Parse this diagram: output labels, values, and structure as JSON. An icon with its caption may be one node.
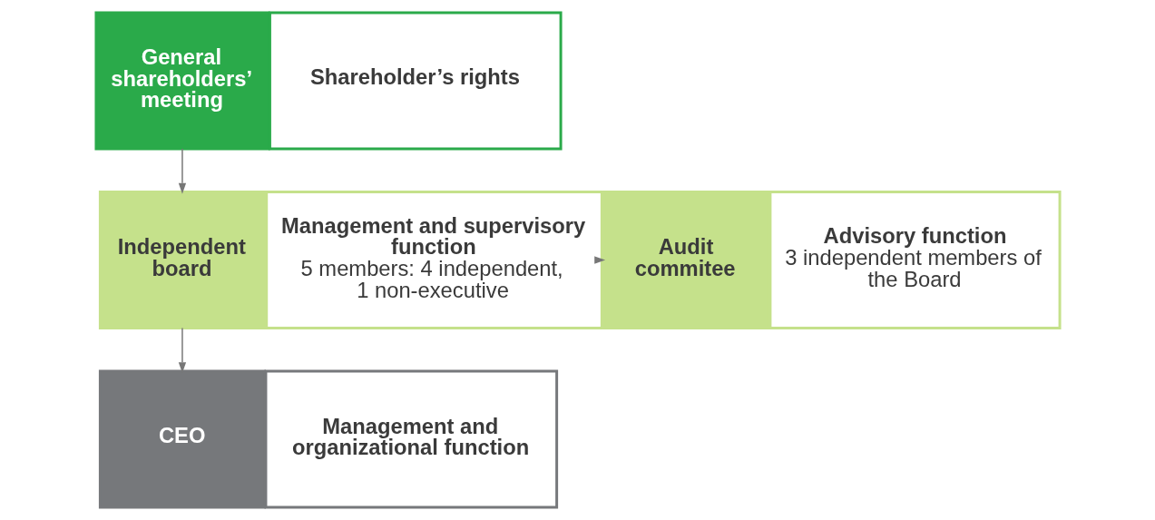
{
  "diagram": {
    "nodes": [
      {
        "text": [
          "General shareholders’ meeting"
        ]
      },
      {
        "text": [
          "Shareholder’s rights"
        ]
      },
      {
        "text": [
          "Independent board"
        ]
      },
      {
        "text": [
          "Management and supervisory function",
          "5 members: 4 independent, 1 non-executive"
        ]
      },
      {
        "text": [
          "Audit commitee"
        ]
      },
      {
        "text": [
          "Advisory function",
          "3 independent members of the Board"
        ]
      },
      {
        "text": [
          "CEO"
        ]
      },
      {
        "text": [
          "Management and organizational function"
        ]
      }
    ],
    "edges": [
      {
        "from": 0,
        "to": 2,
        "arrow": "to"
      },
      {
        "from": 2,
        "to": 6,
        "arrow": "to"
      },
      {
        "from": 3,
        "to": 4,
        "arrow": "to"
      }
    ]
  }
}
